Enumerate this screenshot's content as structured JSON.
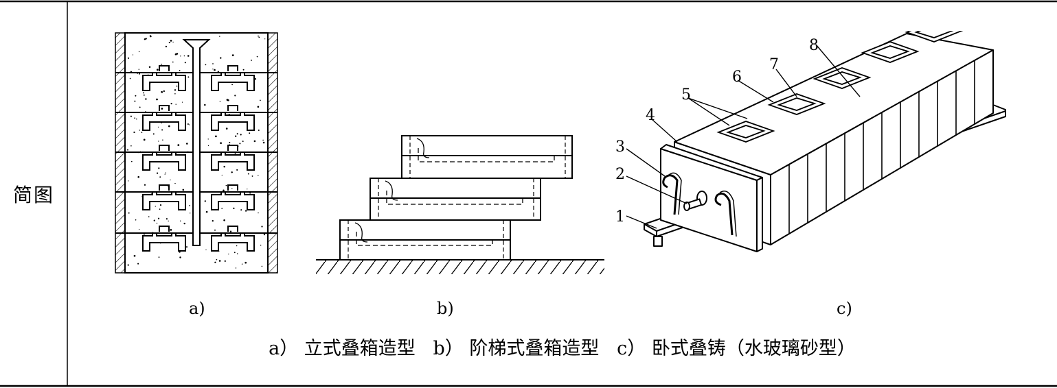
{
  "row_label": "简图",
  "figures": {
    "a": {
      "label": "a)"
    },
    "b": {
      "label": "b)"
    },
    "c": {
      "label": "c)",
      "callouts": [
        "1",
        "2",
        "3",
        "4",
        "5",
        "6",
        "7",
        "8"
      ]
    }
  },
  "caption": "a） 立式叠箱造型   b） 阶梯式叠箱造型   c） 卧式叠铸（水玻璃砂型）"
}
